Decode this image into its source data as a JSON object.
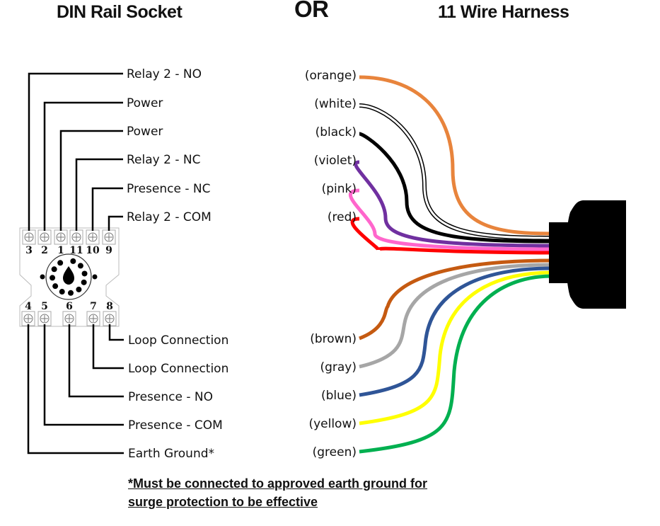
{
  "titles": {
    "din_rail_socket": "DIN Rail Socket",
    "or": "OR",
    "wire_harness": "11 Wire Harness"
  },
  "socket": {
    "top_pins": [
      {
        "pin": "3",
        "label": "Relay 2 - NO"
      },
      {
        "pin": "2",
        "label": "Power"
      },
      {
        "pin": "1",
        "label": "Power"
      },
      {
        "pin": "11",
        "label": "Relay 2 - NC"
      },
      {
        "pin": "10",
        "label": "Presence - NC"
      },
      {
        "pin": "9",
        "label": "Relay 2 - COM"
      }
    ],
    "bottom_pins": [
      {
        "pin": "8",
        "label": "Loop Connection"
      },
      {
        "pin": "7",
        "label": "Loop Connection"
      },
      {
        "pin": "6",
        "label": "Presence - NO"
      },
      {
        "pin": "5",
        "label": "Presence - COM"
      },
      {
        "pin": "4",
        "label": "Earth Ground*"
      }
    ]
  },
  "harness": {
    "wires_top": [
      {
        "name": "(orange)",
        "color": "#E8843C"
      },
      {
        "name": "(white)",
        "color": "#FFFFFF"
      },
      {
        "name": "(black)",
        "color": "#000000"
      },
      {
        "name": "(violet)",
        "color": "#7030A0"
      },
      {
        "name": "(pink)",
        "color": "#FF66CC"
      },
      {
        "name": "(red)",
        "color": "#FF0000"
      }
    ],
    "wires_bottom": [
      {
        "name": "(brown)",
        "color": "#C55A11"
      },
      {
        "name": "(gray)",
        "color": "#A6A6A6"
      },
      {
        "name": "(blue)",
        "color": "#2F5597"
      },
      {
        "name": "(yellow)",
        "color": "#FFFF00"
      },
      {
        "name": "(green)",
        "color": "#00B050"
      }
    ]
  },
  "note": {
    "line1": "*Must be connected to approved earth ground for",
    "line2": "surge protection to be effective"
  }
}
